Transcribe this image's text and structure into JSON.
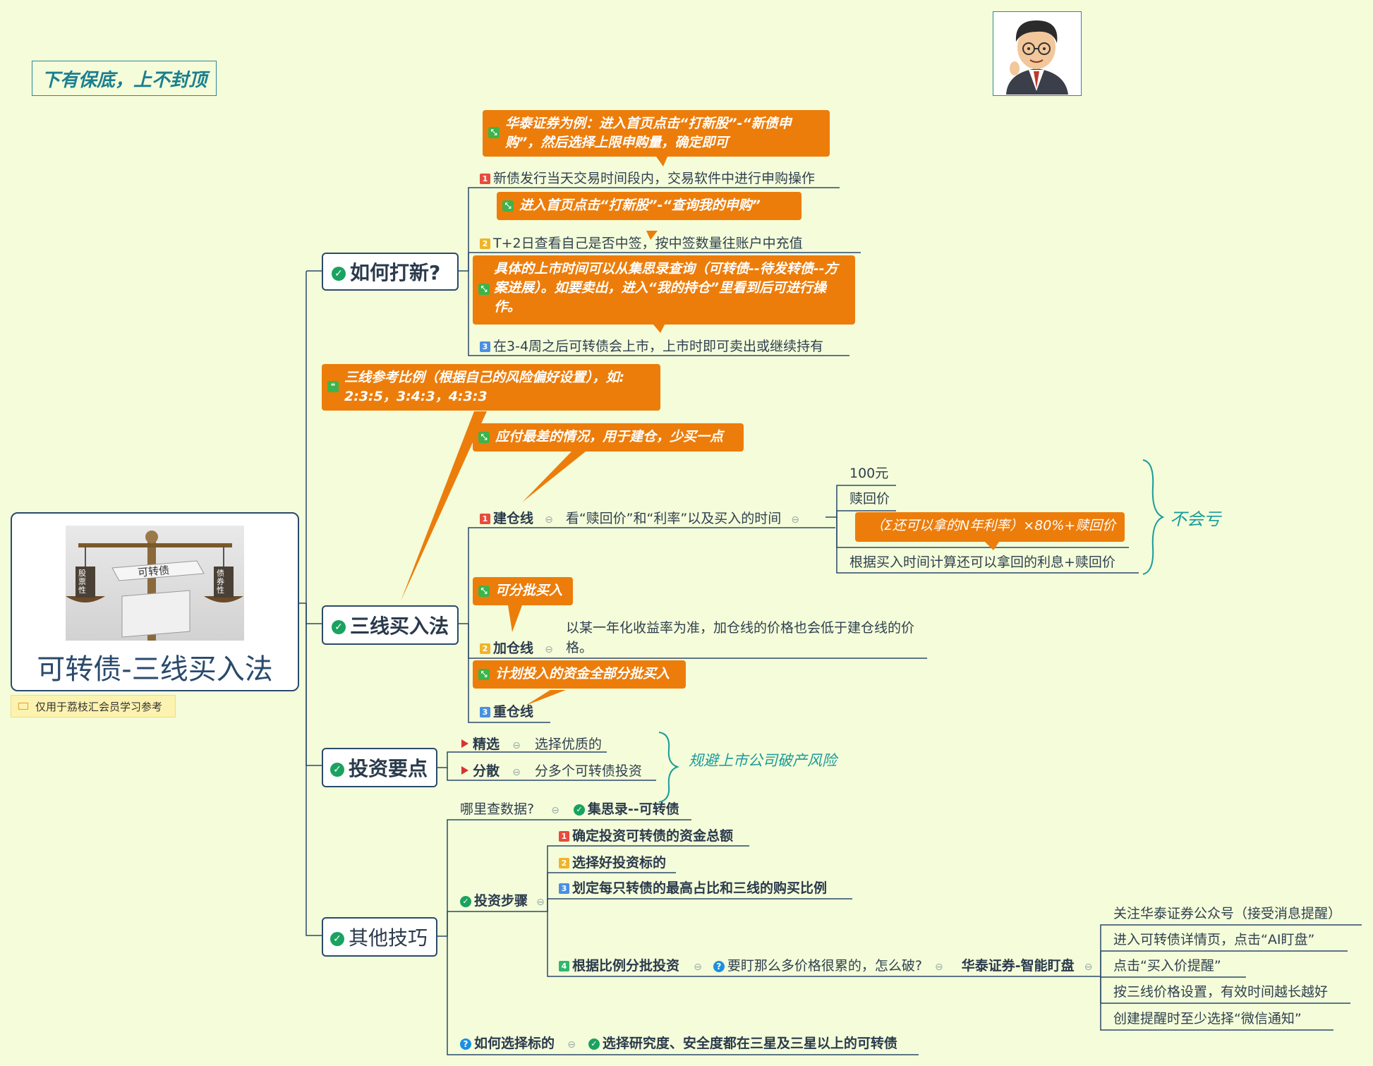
{
  "slogan": "下有保底，上不封顶",
  "central": {
    "title": "可转债-三线买入法",
    "note": "仅用于荔枝汇会员学习参考",
    "image_labels": {
      "banner": "可转债",
      "left": "股票性",
      "right": "债券性"
    }
  },
  "branch1": {
    "title": "如何打新?",
    "callout1": "华泰证券为例：进入首页点击“打新股”-“新债申购”，然后选择上限申购量，确定即可",
    "step1": "新债发行当天交易时间段内，交易软件中进行申购操作",
    "callout2": "进入首页点击“打新股”-“查询我的申购”",
    "step2": "T+2日查看自己是否中签，按中签数量往账户中充值",
    "callout3": "具体的上市时间可以从集思录查询（可转债--待发转债--方案进展）。如要卖出，进入“我的持仓”里看到后可进行操作。",
    "step3": "在3-4周之后可转债会上市，上市时即可卖出或继续持有"
  },
  "branch2": {
    "title": "三线买入法",
    "callout_ratio": "三线参考比例（根据自己的风险偏好设置），如: 2:3:5，3:4:3，4:3:3",
    "callout_build": "应付最差的情况，用于建仓，少买一点",
    "build_label": "建仓线",
    "build_desc": "看“赎回价”和“利率”以及买入的时间",
    "sub": [
      "100元",
      "赎回价",
      "（Σ还可以拿的N年利率）×80%+赎回价",
      "根据买入时间计算还可以拿回的利息+赎回价"
    ],
    "brace_note": "不会亏",
    "callout_add": "可分批买入",
    "add_label": "加仓线",
    "add_desc": "以某一年化收益率为准，加仓线的价格也会低于建仓线的价格。",
    "callout_heavy": "计划投入的资金全部分批买入",
    "heavy_label": "重仓线"
  },
  "branch3": {
    "title": "投资要点",
    "items": [
      {
        "label": "精选",
        "desc": "选择优质的"
      },
      {
        "label": "分散",
        "desc": "分多个可转债投资"
      }
    ],
    "brace_note": "规避上市公司破产风险"
  },
  "branch4": {
    "title": "其他技巧",
    "where": "哪里查数据?",
    "where_answer": "集思录--可转债",
    "steps_label": "投资步骤",
    "steps": [
      "确定投资可转债的资金总额",
      "选择好投资标的",
      "划定每只转债的最高占比和三线的购买比例",
      "根据比例分批投资"
    ],
    "question": "要盯那么多价格很累的，怎么破?",
    "answer": "华泰证券-智能盯盘",
    "answer_steps": [
      "关注华泰证券公众号（接受消息提醒）",
      "进入可转债详情页，点击“AI盯盘”",
      "点击“买入价提醒”",
      "按三线价格设置，有效时间越长越好",
      "创建提醒时至少选择“微信通知”"
    ],
    "choose_q": "如何选择标的",
    "choose_a": "选择研究度、安全度都在三星及三星以上的可转债"
  }
}
